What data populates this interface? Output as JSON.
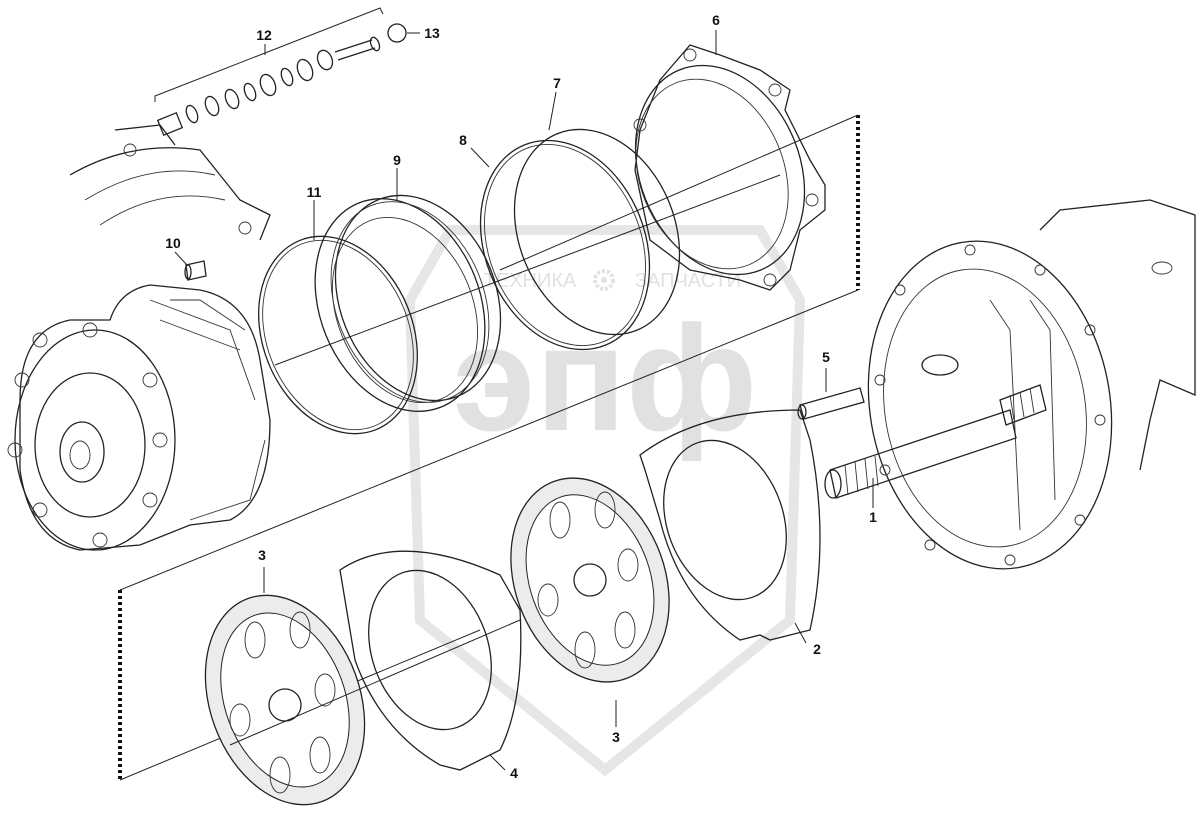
{
  "watermark": {
    "left_text": "ТЕХНИКА",
    "right_text": "ЗАПЧАСТИ",
    "logo_text": "эпф",
    "gear_icon": "gear-icon"
  },
  "callouts": [
    {
      "id": "c1",
      "text": "1"
    },
    {
      "id": "c2",
      "text": "2"
    },
    {
      "id": "c3a",
      "text": "3"
    },
    {
      "id": "c3b",
      "text": "3"
    },
    {
      "id": "c4",
      "text": "4"
    },
    {
      "id": "c5",
      "text": "5"
    },
    {
      "id": "c6",
      "text": "6"
    },
    {
      "id": "c7",
      "text": "7"
    },
    {
      "id": "c8",
      "text": "8"
    },
    {
      "id": "c9",
      "text": "9"
    },
    {
      "id": "c10",
      "text": "10"
    },
    {
      "id": "c11",
      "text": "11"
    },
    {
      "id": "c12",
      "text": "12"
    },
    {
      "id": "c13",
      "text": "13"
    }
  ]
}
